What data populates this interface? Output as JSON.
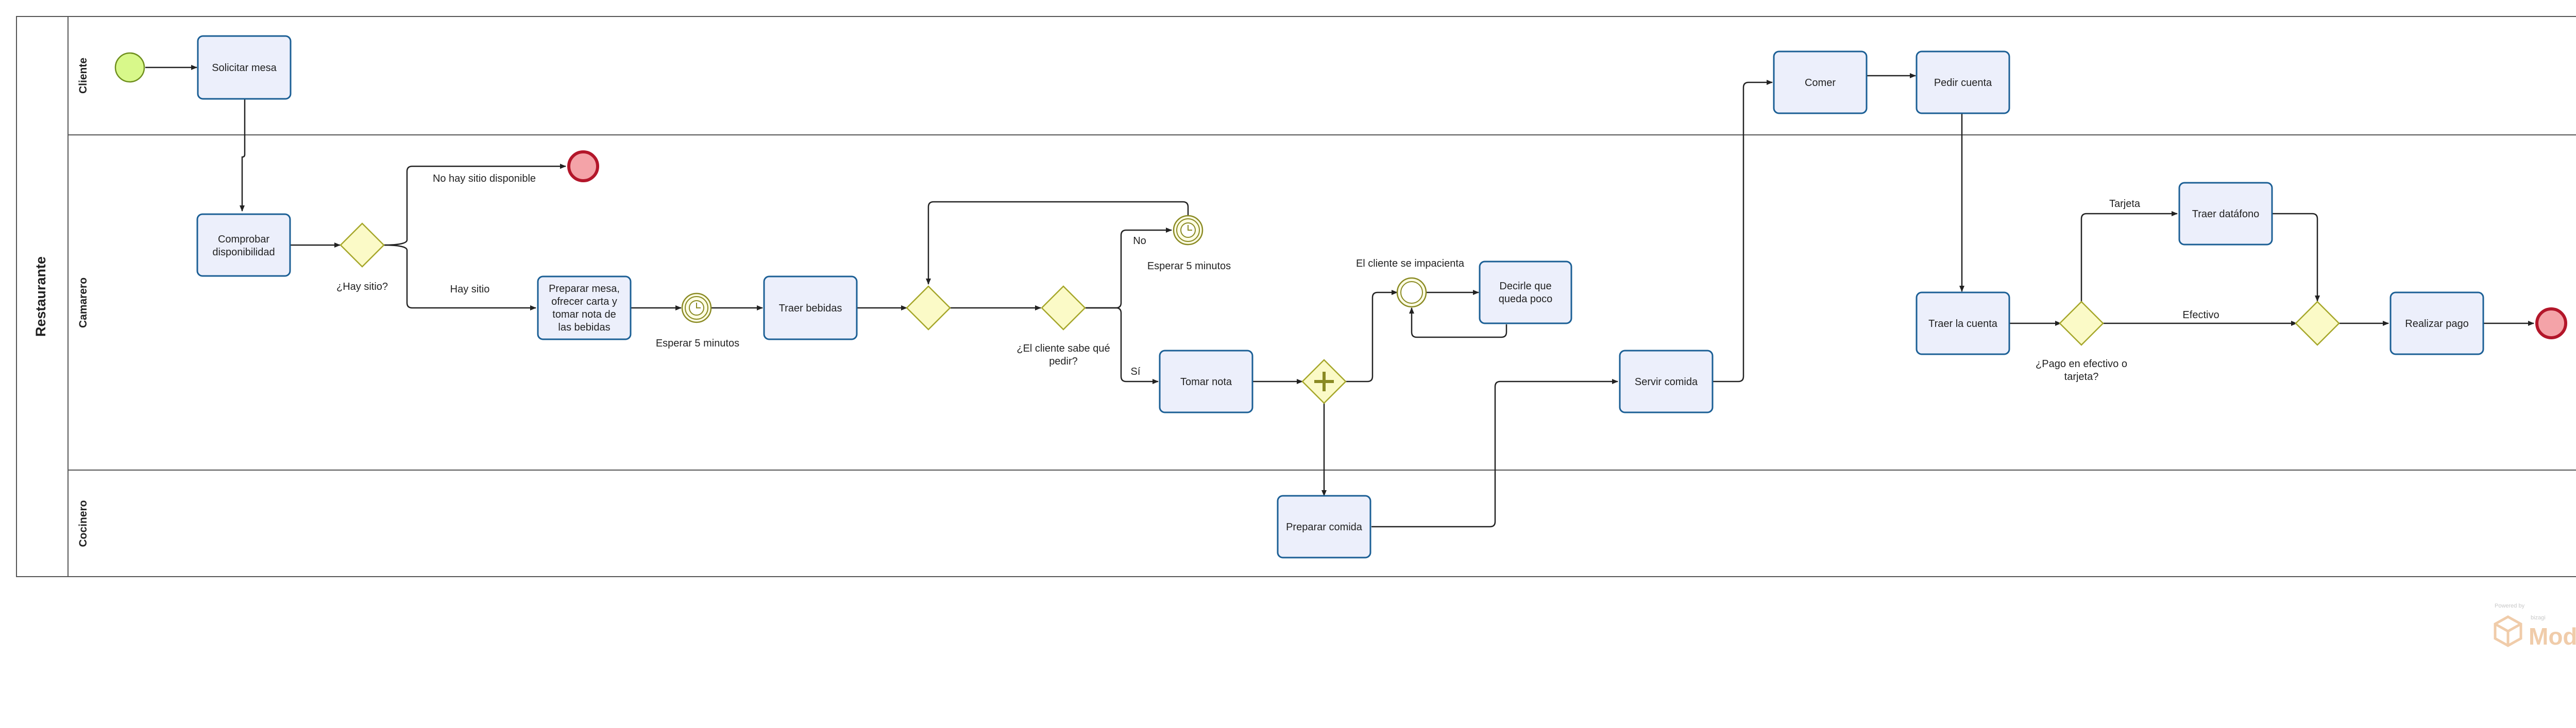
{
  "pool": {
    "label": "Restaurante"
  },
  "lanes": [
    {
      "id": "cliente",
      "label": "Cliente"
    },
    {
      "id": "camarero",
      "label": "Camarero"
    },
    {
      "id": "cocinero",
      "label": "Cocinero"
    }
  ],
  "tasks": {
    "solicitar_mesa": "Solicitar mesa",
    "comprobar_disponibilidad": [
      "Comprobar",
      "disponibilidad"
    ],
    "preparar_mesa": [
      "Preparar mesa,",
      "ofrecer carta y",
      "tomar nota de",
      "las bebidas"
    ],
    "traer_bebidas": "Traer bebidas",
    "tomar_nota": "Tomar nota",
    "decirle_queda_poco": [
      "Decirle que",
      "queda poco"
    ],
    "preparar_comida": "Preparar comida",
    "servir_comida": "Servir comida",
    "comer": "Comer",
    "pedir_cuenta": "Pedir cuenta",
    "traer_cuenta": "Traer la cuenta",
    "traer_datafono": "Traer datáfono",
    "realizar_pago": "Realizar pago"
  },
  "gateway_labels": {
    "hay_sitio": "¿Hay sitio?",
    "cliente_sabe": [
      "¿El cliente sabe qué",
      "pedir?"
    ],
    "pago": [
      "¿Pago en efectivo o",
      "tarjeta?"
    ]
  },
  "event_labels": {
    "esperar_1": "Esperar 5 minutos",
    "esperar_2": "Esperar 5 minutos",
    "impacienta": "El cliente se impacienta"
  },
  "edge_labels": {
    "no_hay_sitio": "No hay sitio disponible",
    "hay_sitio": "Hay sitio",
    "no": "No",
    "si": "Sí",
    "tarjeta": "Tarjeta",
    "efectivo": "Efectivo"
  },
  "branding": {
    "powered": "Powered by",
    "brand": "bizagi",
    "product": "Modeler"
  },
  "colors": {
    "task_fill": "#eceffb",
    "task_stroke": "#1b5f95",
    "gateway_fill": "#fbfac7",
    "gateway_stroke": "#a6a72b",
    "start_fill": "#d8f88a",
    "start_stroke": "#6f8f1e",
    "end_fill": "#f4a3a8",
    "end_stroke": "#b3162a",
    "intermediate_fill": "#fdfde4",
    "intermediate_stroke": "#8a8a23",
    "line": "#222222",
    "lane_border": "#555555",
    "brand": "#f0ccaa"
  }
}
